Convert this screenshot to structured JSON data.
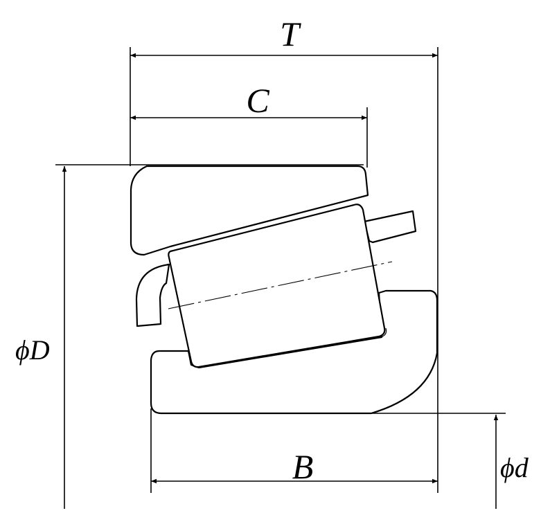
{
  "labels": {
    "overall_width": "T",
    "outer_ring_width": "C",
    "inner_ring_width": "B",
    "outer_diameter": "ϕD",
    "bore_diameter": "ϕd"
  },
  "colors": {
    "line": "#000000",
    "background": "#ffffff"
  }
}
